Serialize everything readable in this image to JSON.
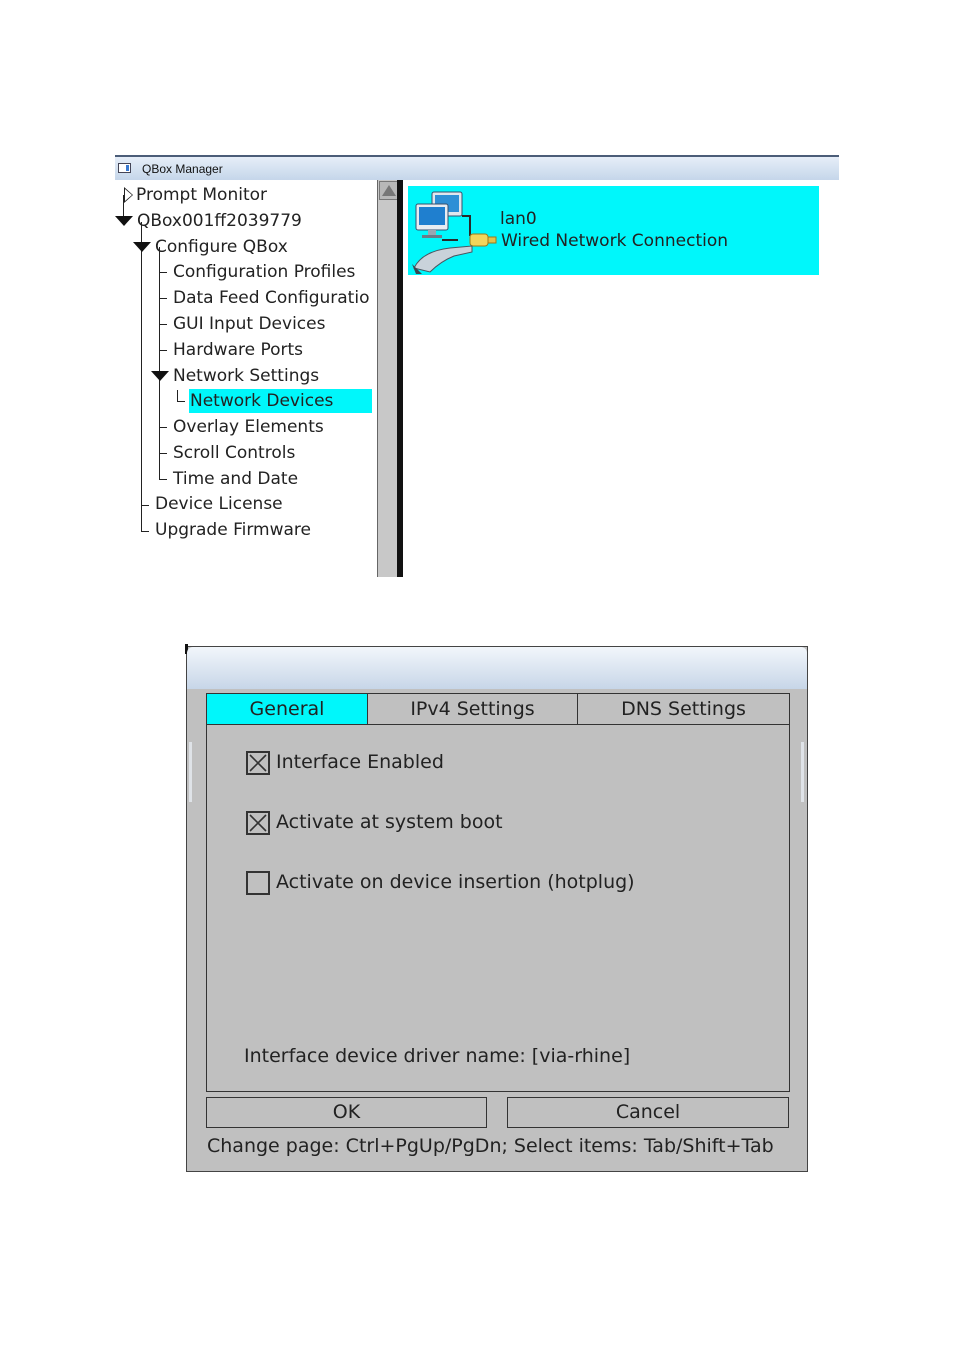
{
  "manager": {
    "title": "QBox Manager",
    "tree": {
      "prompt_monitor": "Prompt Monitor",
      "device": "QBox001ff2039779",
      "configure": "Configure QBox",
      "configuration_profiles": "Configuration Profiles",
      "data_feed": "Data Feed Configuratio",
      "gui_input": "GUI Input Devices",
      "hardware_ports": "Hardware Ports",
      "network_settings": "Network Settings",
      "network_devices": "Network Devices",
      "overlay_elements": "Overlay Elements",
      "scroll_controls": "Scroll Controls",
      "time_date": "Time and Date",
      "device_license": "Device License",
      "upgrade_firmware": "Upgrade Firmware",
      "selected": "Network Devices"
    },
    "device_list": [
      {
        "name": "lan0",
        "description": "Wired Network Connection",
        "icon": "network-connection-icon"
      }
    ],
    "highlight_color": "#00f7fb"
  },
  "dialog": {
    "tabs": [
      "General",
      "IPv4 Settings",
      "DNS Settings"
    ],
    "active_tab": "General",
    "checkboxes": [
      {
        "label": "Interface Enabled",
        "checked": true
      },
      {
        "label": "Activate at system boot",
        "checked": true
      },
      {
        "label": "Activate on device insertion (hotplug)",
        "checked": false
      }
    ],
    "driver_text": "Interface device driver name: [via-rhine]",
    "ok_label": "OK",
    "cancel_label": "Cancel",
    "hint": "Change page: Ctrl+PgUp/PgDn; Select items: Tab/Shift+Tab"
  }
}
